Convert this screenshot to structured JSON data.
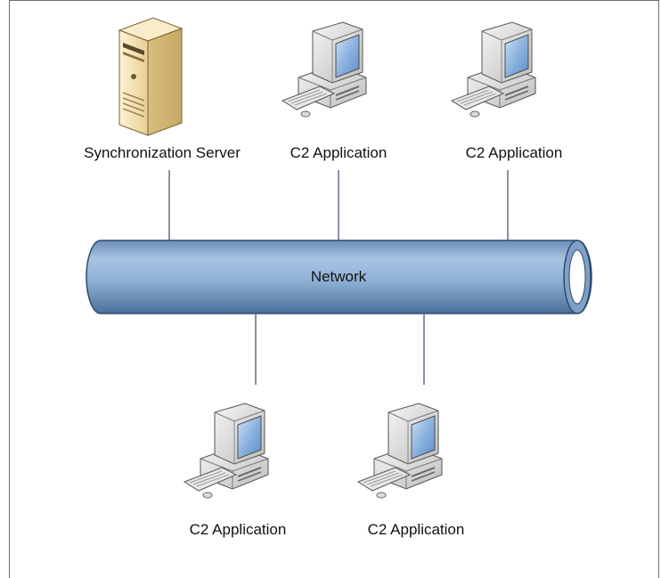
{
  "diagram": {
    "network": {
      "label": "Network"
    },
    "nodes": [
      {
        "type": "server",
        "label": "Synchronization Server"
      },
      {
        "type": "workstation",
        "label": "C2 Application"
      },
      {
        "type": "workstation",
        "label": "C2 Application"
      },
      {
        "type": "workstation",
        "label": "C2 Application"
      },
      {
        "type": "workstation",
        "label": "C2 Application"
      }
    ],
    "colors": {
      "pipe": "#8fb1d6",
      "pipe_dark": "#4a6f98",
      "server": "#f2ddaa",
      "computer": "#dedede",
      "screen": "#8cb3e0",
      "link": "#44446a"
    }
  }
}
